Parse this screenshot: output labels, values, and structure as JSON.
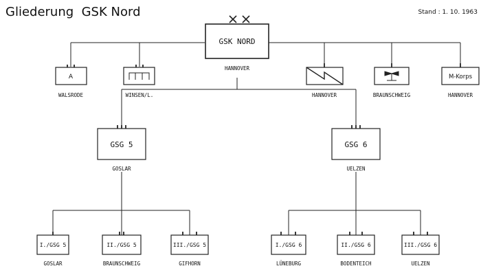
{
  "title": "Gliederung  GSK Nord",
  "stand": "Stand : 1. 10. 1963",
  "hq": {
    "box": "GSK NORD",
    "location": "HANNOVER"
  },
  "top_units": [
    {
      "symbol": "A",
      "location": "WALSRODE"
    },
    {
      "symbol": "",
      "location": "WINSEN/L."
    },
    {
      "symbol": "",
      "location": "HANNOVER"
    },
    {
      "symbol": "",
      "location": "BRAUNSCHWEIG"
    },
    {
      "symbol": "M-Korps",
      "location": "HANNOVER"
    }
  ],
  "groups": [
    {
      "box": "GSG 5",
      "location": "GOSLAR",
      "units": [
        {
          "box": "I./GSG 5",
          "location": "GOSLAR"
        },
        {
          "box": "II./GSG 5",
          "location": "BRAUNSCHWEIG"
        },
        {
          "box": "III./GSG 5",
          "location": "GIFHORN"
        }
      ]
    },
    {
      "box": "GSG 6",
      "location": "UELZEN",
      "units": [
        {
          "box": "I./GSG 6",
          "location": "LÜNEBURG"
        },
        {
          "box": "II./GSG 6",
          "location": "BODENTEICH"
        },
        {
          "box": "III./GSG 6",
          "location": "UELZEN"
        }
      ]
    }
  ]
}
